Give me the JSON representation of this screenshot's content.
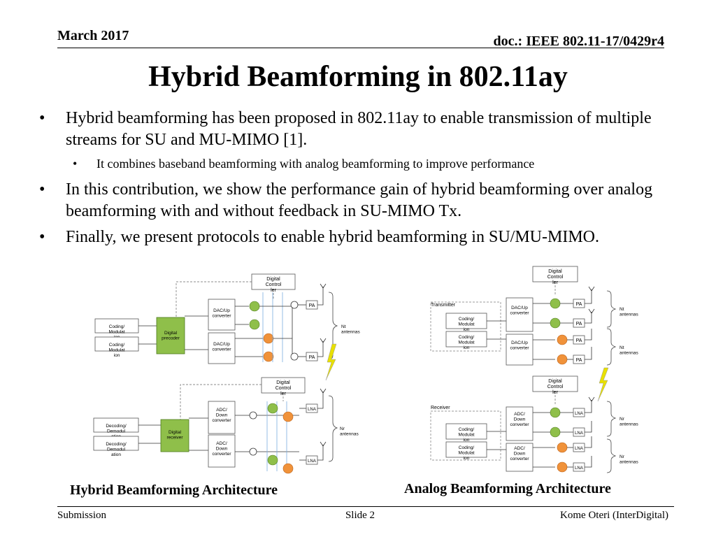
{
  "header": {
    "date": "March 2017",
    "doc": "doc.: IEEE 802.11-17/0429r4"
  },
  "title": "Hybrid Beamforming in 802.11ay",
  "bullets": [
    {
      "text": "Hybrid beamforming has been proposed in 802.11ay to enable transmission of multiple streams for SU and MU-MIMO [1]."
    },
    {
      "text": "It combines baseband beamforming with analog beamforming to improve performance"
    },
    {
      "text": "In this contribution, we show the performance gain of hybrid beamforming over analog beamforming with and without feedback in SU-MIMO Tx."
    },
    {
      "text": "Finally, we present protocols to enable hybrid beamforming in SU/MU-MIMO."
    }
  ],
  "hybrid": {
    "caption": "Hybrid Beamforming Architecture",
    "controller": "Digital Controller",
    "coding": "Coding/ Modulation",
    "precoder": "Digital precoder",
    "dac": "DAC/Up converter",
    "pa": "PA",
    "nt": "Nt antennas",
    "decoding": "Decoding/ Demodulation",
    "receiver": "Digital receiver",
    "adc": "ADC/ Down converter",
    "lna": "LNA",
    "nr": "Nr antennas"
  },
  "analog": {
    "caption": "Analog Beamforming Architecture",
    "controller": "Digital Controller",
    "transmitter": "Transmitter",
    "coding": "Coding/ Modulation",
    "dac": "DAC/Up converter",
    "pa": "PA",
    "nt": "Nt antennas",
    "receiver": "Receiver",
    "adc": "ADC/ Down converter",
    "lna": "LNA",
    "nr": "Nr antennas"
  },
  "footer": {
    "left": "Submission",
    "center": "Slide 2",
    "right": "Kome Oteri (InterDigital)"
  },
  "colors": {
    "green": "#8fbf4a",
    "orange": "#f0923a",
    "blue_line": "#7aaee0",
    "lightning": "#e8e000"
  }
}
